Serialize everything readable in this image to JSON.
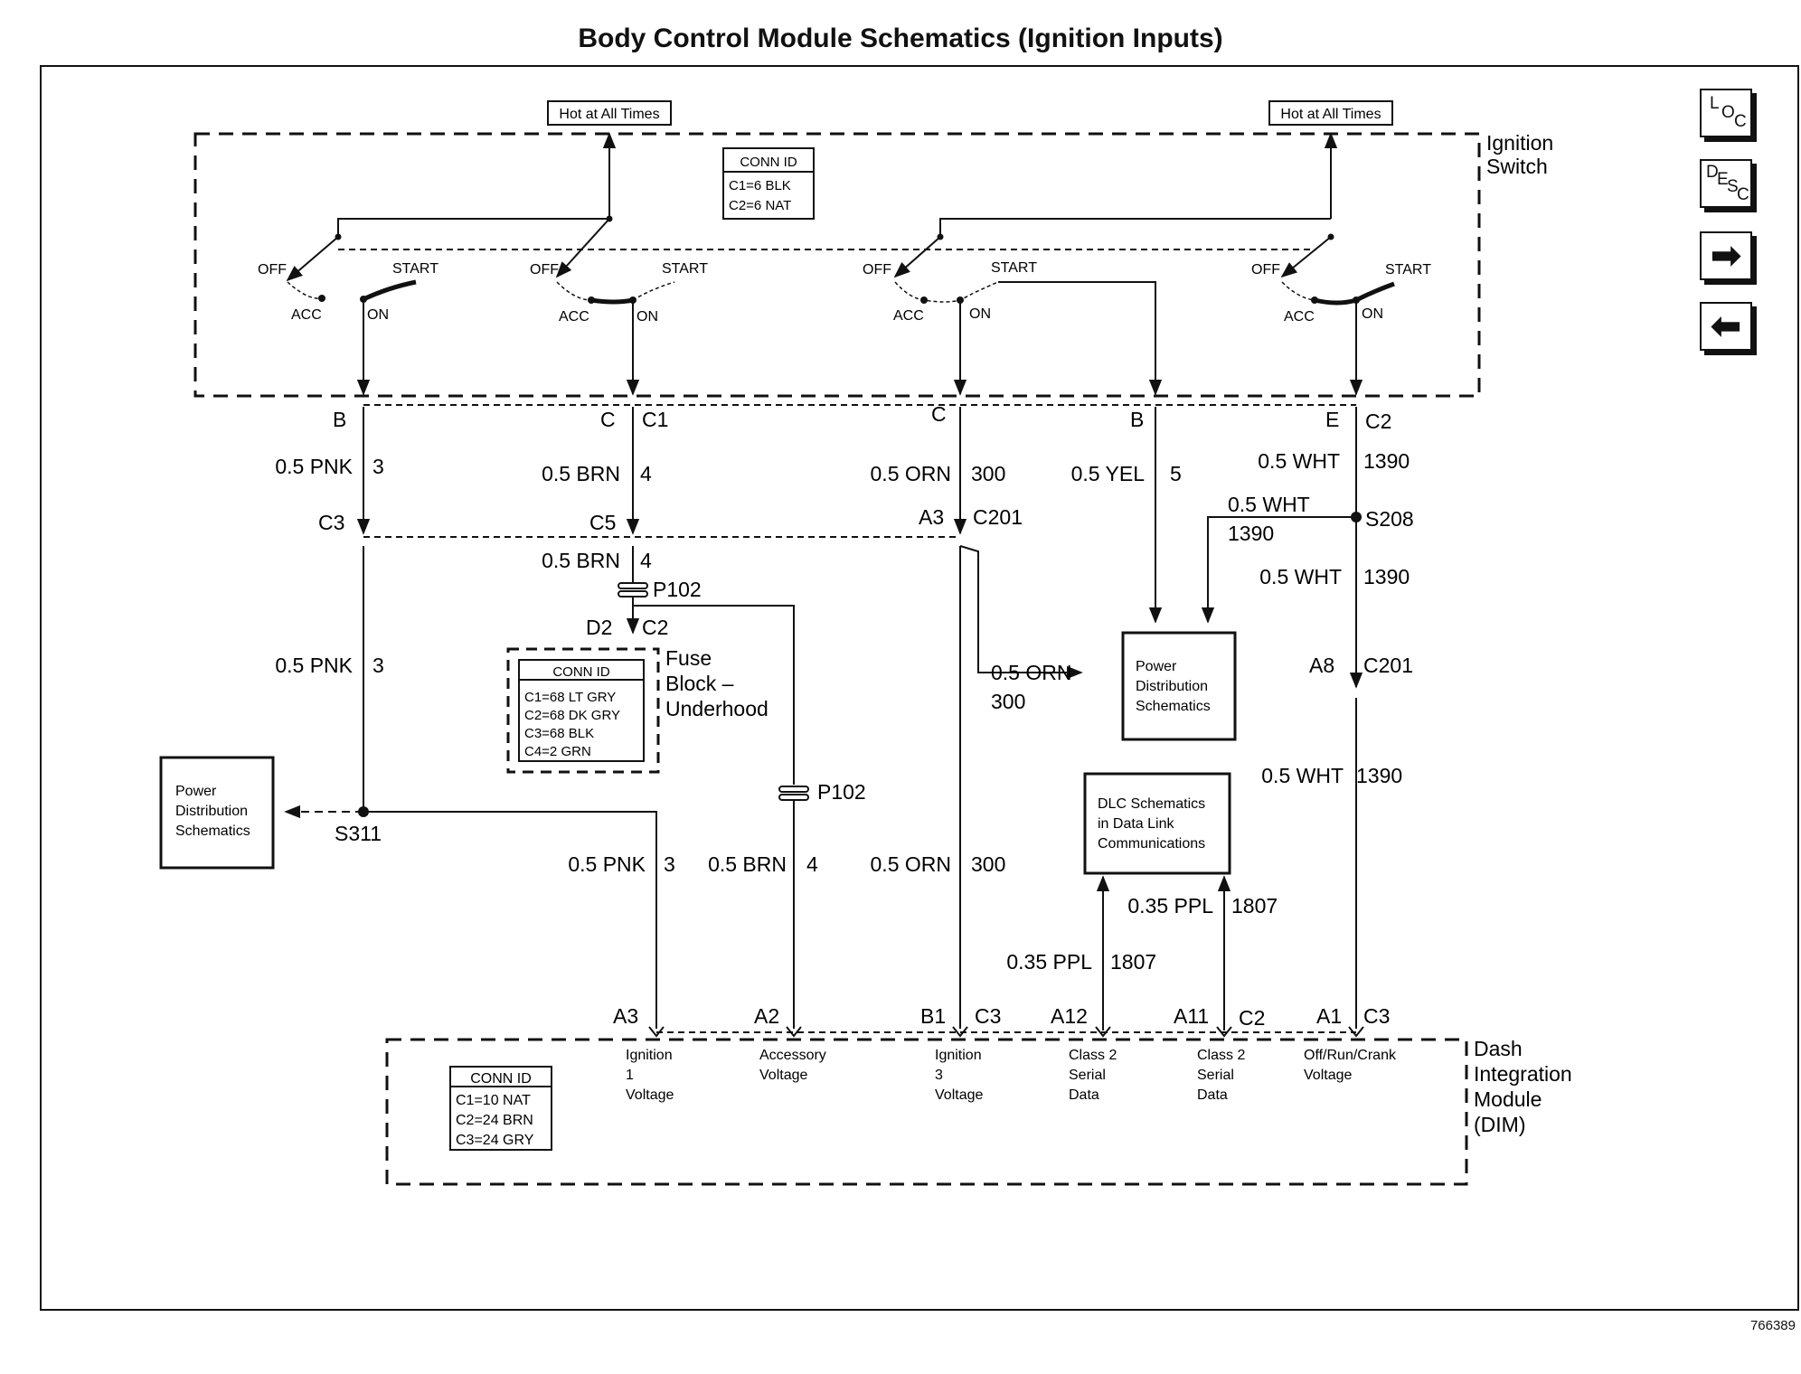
{
  "title": "Body Control Module Schematics (Ignition Inputs)",
  "doc_number": "766389",
  "nav": {
    "loc": [
      "L",
      "O",
      "C"
    ],
    "desc": [
      "D",
      "E",
      "S",
      "C"
    ]
  },
  "ignition_switch": {
    "label_1": "Ignition",
    "label_2": "Switch",
    "hot_left": "Hot at All Times",
    "hot_right": "Hot at All Times",
    "conn_id": {
      "header": "CONN ID",
      "rows": [
        "C1=6 BLK",
        "C2=6 NAT"
      ]
    },
    "positions": {
      "off": "OFF",
      "acc": "ACC",
      "on": "ON",
      "start": "START"
    }
  },
  "fuse_block": {
    "label_1": "Fuse",
    "label_2": "Block –",
    "label_3": "Underhood",
    "conn_id": {
      "header": "CONN ID",
      "rows": [
        "C1=68 LT GRY",
        "C2=68 DK GRY",
        "C3=68 BLK",
        "C4=2 GRN"
      ]
    }
  },
  "dim": {
    "label_1": "Dash",
    "label_2": "Integration",
    "label_3": "Module",
    "label_4": "(DIM)",
    "conn_id": {
      "header": "CONN ID",
      "rows": [
        "C1=10 NAT",
        "C2=24 BRN",
        "C3=24 GRY"
      ]
    },
    "pins": [
      {
        "pin": "A3",
        "lines": [
          "Ignition",
          "1",
          "Voltage"
        ]
      },
      {
        "pin": "A2",
        "lines": [
          "Accessory",
          "Voltage"
        ]
      },
      {
        "pin": "B1",
        "conn": "C3",
        "lines": [
          "Ignition",
          "3",
          "Voltage"
        ]
      },
      {
        "pin": "A12",
        "lines": [
          "Class 2",
          "Serial",
          "Data"
        ]
      },
      {
        "pin": "A11",
        "conn": "C2",
        "lines": [
          "Class 2",
          "Serial",
          "Data"
        ]
      },
      {
        "pin": "A1",
        "conn": "C3",
        "lines": [
          "Off/Run/Crank",
          "Voltage"
        ]
      }
    ]
  },
  "boxes": {
    "pds_left": [
      "Power",
      "Distribution",
      "Schematics"
    ],
    "pds_right": [
      "Power",
      "Distribution",
      "Schematics"
    ],
    "dlc": [
      "DLC Schematics",
      "in Data Link",
      "Communications"
    ]
  },
  "switch_terminals": {
    "b1": "B",
    "c1": "C",
    "c1_conn": "C1",
    "c2": "C",
    "b2": "B",
    "e": "E",
    "c2_conn": "C2"
  },
  "wires": {
    "w1": {
      "spec": "0.5 PNK",
      "circuit": "3"
    },
    "w2": {
      "spec": "0.5 BRN",
      "circuit": "4"
    },
    "w3": {
      "spec": "0.5 ORN",
      "circuit": "300"
    },
    "w4": {
      "spec": "0.5 YEL",
      "circuit": "5"
    },
    "w5": {
      "spec": "0.5 WHT",
      "circuit": "1390"
    },
    "w5b": {
      "spec": "0.5 WHT",
      "circuit": "1390"
    },
    "w5c": {
      "spec": "0.5 WHT",
      "circuit": "1390"
    },
    "w5d": {
      "spec": "0.5 WHT",
      "circuit": "1390"
    },
    "w1b": {
      "spec": "0.5 PNK",
      "circuit": "3"
    },
    "w1c": {
      "spec": "0.5 PNK",
      "circuit": "3"
    },
    "w2b": {
      "spec": "0.5 BRN",
      "circuit": "4"
    },
    "w2c": {
      "spec": "0.5 BRN",
      "circuit": "4"
    },
    "w3b": {
      "spec": "0.5 ORN",
      "circuit": "300"
    },
    "w3c": {
      "spec": "0.5 ORN",
      "circuit": "300"
    },
    "w6": {
      "spec": "0.35 PPL",
      "circuit": "1807"
    },
    "w7": {
      "spec": "0.35 PPL",
      "circuit": "1807"
    }
  },
  "connectors": {
    "c3": "C3",
    "c5": "C5",
    "a3": "A3",
    "c201": "C201",
    "a8": "A8",
    "c201b": "C201",
    "p102a": "P102",
    "p102b": "P102",
    "d2": "D2",
    "c2": "C2",
    "s208": "S208",
    "s311": "S311"
  }
}
